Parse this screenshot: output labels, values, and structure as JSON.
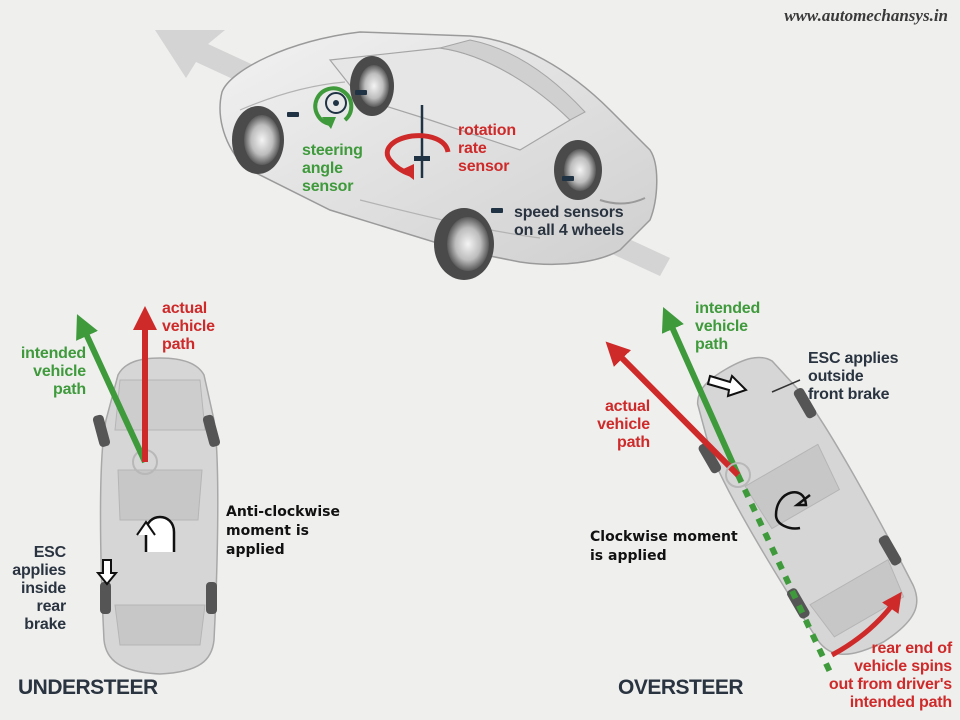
{
  "watermark": "www.automechansys.in",
  "top_diagram": {
    "steering_label": "steering\nangle\nsensor",
    "rotation_label": "rotation\nrate\nsensor",
    "speed_label": "speed sensors\non all 4 wheels"
  },
  "understeer": {
    "title": "UNDERSTEER",
    "intended_label": "intended\nvehicle\npath",
    "actual_label": "actual\nvehicle\npath",
    "moment_label": "Anti-clockwise\nmoment is\napplied",
    "esc_label": "ESC\napplies\ninside\nrear\nbrake"
  },
  "oversteer": {
    "title": "OVERSTEER",
    "intended_label": "intended\nvehicle\npath",
    "actual_label": "actual\nvehicle\npath",
    "esc_label": "ESC applies\noutside\nfront brake",
    "moment_label": "Clockwise moment\nis applied",
    "rear_label": "rear end of\nvehicle spins\nout from driver's\nintended path"
  },
  "colors": {
    "intended": "#3f9a3c",
    "actual": "#cf2a2a",
    "sensor": "#1f3345",
    "car_body": "#d9d9d9"
  }
}
